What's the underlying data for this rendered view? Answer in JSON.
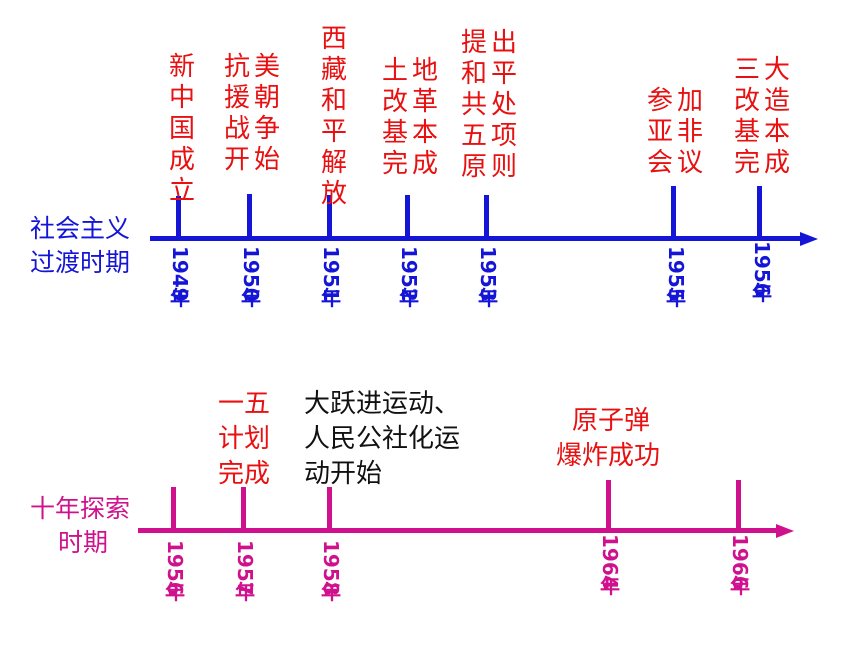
{
  "top_timeline": {
    "period_line1": "社会主义",
    "period_line2": "过渡时期",
    "color": "#1515d8",
    "events": [
      {
        "columns": [
          "新中国成立"
        ],
        "year": "1949",
        "suffix": "年"
      },
      {
        "columns": [
          "抗援战开",
          "美朝争始"
        ],
        "year": "1950",
        "suffix": "年"
      },
      {
        "columns": [
          "西藏和平解放"
        ],
        "year": "1951",
        "suffix": "年"
      },
      {
        "columns": [
          "土改基完",
          "地革本成"
        ],
        "year": "1952",
        "suffix": "年"
      },
      {
        "columns": [
          "提和共五原",
          "出平处项则"
        ],
        "year": "1953",
        "suffix": "年"
      },
      {
        "columns": [
          "参亚会",
          "加非议"
        ],
        "year": "1955",
        "suffix": "年"
      },
      {
        "columns": [
          "三改基完",
          "大造本成"
        ],
        "year": "1956",
        "suffix": "年"
      }
    ]
  },
  "bottom_timeline": {
    "period_line1": "十年探索",
    "period_line2": "时期",
    "color": "#d0118e",
    "event_1957": [
      "一五",
      "计划",
      "完成"
    ],
    "event_1958": [
      "大跃进运动、",
      "人民公社化运",
      "动开始"
    ],
    "event_1964": [
      "原子弹",
      "爆炸成功"
    ],
    "years": [
      {
        "year": "1956",
        "suffix": "年"
      },
      {
        "year": "1957",
        "suffix": "年"
      },
      {
        "year": "1958",
        "suffix": "年"
      },
      {
        "year": "1964",
        "suffix": "年"
      },
      {
        "year": "1966",
        "suffix": "年"
      }
    ]
  },
  "colors": {
    "event_red": "#e81010",
    "event_black": "#111111"
  }
}
